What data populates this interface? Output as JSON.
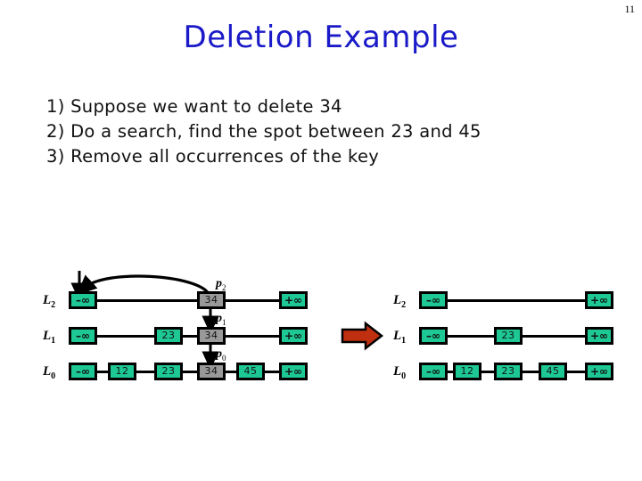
{
  "slide": {
    "page_number": "11",
    "title": "Deletion Example",
    "title_color": "#1a1ac8",
    "bullets": [
      "1) Suppose we want to delete 34",
      "2) Do a search, find the spot between 23 and 45",
      "3) Remove all occurrences of the key"
    ]
  },
  "colors": {
    "node_fill": "#1ec894",
    "node_highlight_fill": "#999999",
    "node_border": "#000000",
    "link": "#000000",
    "transition_arrow_fill": "#c03010",
    "transition_arrow_stroke": "#000000"
  },
  "diagram": {
    "before": {
      "name": "before-deletion",
      "levels": [
        {
          "label": "L",
          "subscript": "2",
          "nodes": [
            {
              "value": "–∞",
              "highlighted": false,
              "name": "node-neg-inf"
            },
            {
              "value": "34",
              "highlighted": true,
              "name": "node-34"
            },
            {
              "value": "+∞",
              "highlighted": false,
              "name": "node-pos-inf"
            }
          ]
        },
        {
          "label": "L",
          "subscript": "1",
          "nodes": [
            {
              "value": "–∞",
              "highlighted": false,
              "name": "node-neg-inf"
            },
            {
              "value": "23",
              "highlighted": false,
              "name": "node-23"
            },
            {
              "value": "34",
              "highlighted": true,
              "name": "node-34"
            },
            {
              "value": "+∞",
              "highlighted": false,
              "name": "node-pos-inf"
            }
          ]
        },
        {
          "label": "L",
          "subscript": "0",
          "nodes": [
            {
              "value": "–∞",
              "highlighted": false,
              "name": "node-neg-inf"
            },
            {
              "value": "12",
              "highlighted": false,
              "name": "node-12"
            },
            {
              "value": "23",
              "highlighted": false,
              "name": "node-23"
            },
            {
              "value": "34",
              "highlighted": true,
              "name": "node-34"
            },
            {
              "value": "45",
              "highlighted": false,
              "name": "node-45"
            },
            {
              "value": "+∞",
              "highlighted": false,
              "name": "node-pos-inf"
            }
          ]
        }
      ],
      "pointers": [
        {
          "label": "p",
          "subscript": "2"
        },
        {
          "label": "p",
          "subscript": "1"
        },
        {
          "label": "p",
          "subscript": "0"
        }
      ]
    },
    "after": {
      "name": "after-deletion",
      "levels": [
        {
          "label": "L",
          "subscript": "2",
          "nodes": [
            {
              "value": "–∞",
              "highlighted": false,
              "name": "node-neg-inf"
            },
            {
              "value": "+∞",
              "highlighted": false,
              "name": "node-pos-inf"
            }
          ]
        },
        {
          "label": "L",
          "subscript": "1",
          "nodes": [
            {
              "value": "–∞",
              "highlighted": false,
              "name": "node-neg-inf"
            },
            {
              "value": "23",
              "highlighted": false,
              "name": "node-23"
            },
            {
              "value": "+∞",
              "highlighted": false,
              "name": "node-pos-inf"
            }
          ]
        },
        {
          "label": "L",
          "subscript": "0",
          "nodes": [
            {
              "value": "–∞",
              "highlighted": false,
              "name": "node-neg-inf"
            },
            {
              "value": "12",
              "highlighted": false,
              "name": "node-12"
            },
            {
              "value": "23",
              "highlighted": false,
              "name": "node-23"
            },
            {
              "value": "45",
              "highlighted": false,
              "name": "node-45"
            },
            {
              "value": "+∞",
              "highlighted": false,
              "name": "node-pos-inf"
            }
          ]
        }
      ]
    }
  }
}
